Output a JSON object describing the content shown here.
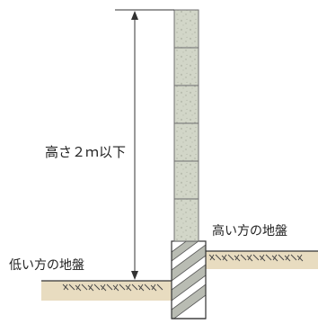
{
  "labels": {
    "height_limit": "高さ２ｍ以下",
    "high_ground": "高い方の地盤",
    "low_ground": "低い方の地盤"
  },
  "colors": {
    "block_fill": "#d2d6c8",
    "block_stroke": "#6f6f6f",
    "ground_fill": "#e8dcc0",
    "outline": "#333333",
    "text": "#222222"
  }
}
